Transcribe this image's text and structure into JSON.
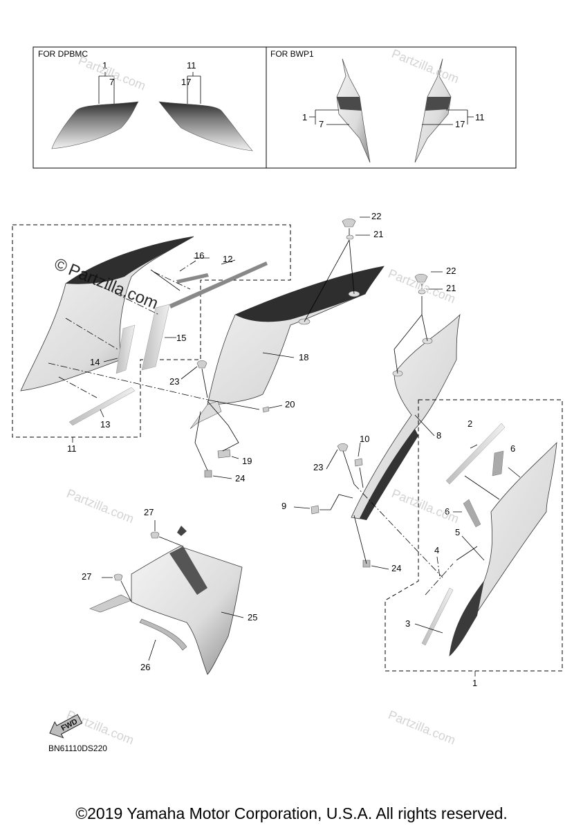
{
  "insets": {
    "left_title": "FOR DPBMC",
    "right_title": "FOR BWP1"
  },
  "callouts": {
    "p1": "1",
    "p2": "2",
    "p3": "3",
    "p4": "4",
    "p5": "5",
    "p6": "6",
    "p7": "7",
    "p8": "8",
    "p9": "9",
    "p10": "10",
    "p11": "11",
    "p12": "12",
    "p13": "13",
    "p14": "14",
    "p15": "15",
    "p16": "16",
    "p17": "17",
    "p18": "18",
    "p19": "19",
    "p20": "20",
    "p21": "21",
    "p22": "22",
    "p23": "23",
    "p24": "24",
    "p25": "25",
    "p26": "26",
    "p27": "27"
  },
  "watermark": {
    "symbol": "©",
    "text": "Partzilla.com"
  },
  "fwd_label": "FWD",
  "diagram_code": "BN61110DS220",
  "copyright": "©2019 Yamaha Motor Corporation, U.S.A. All rights reserved.",
  "colors": {
    "line": "#000000",
    "part_fill": "#e6e6e6",
    "part_dark": "#3a3a3a",
    "watermark": "#cfcfcf"
  }
}
